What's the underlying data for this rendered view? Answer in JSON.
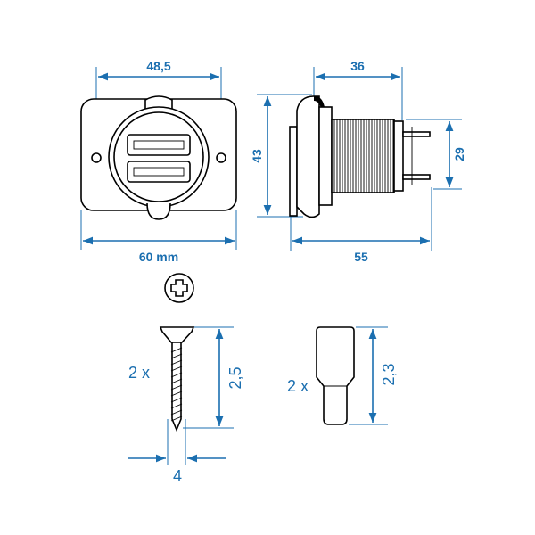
{
  "colors": {
    "dimension": "#1b6fb0",
    "outline": "#000000",
    "background": "#ffffff"
  },
  "front_view": {
    "top_width_label": "48,5",
    "bottom_width_label": "60 mm"
  },
  "side_view": {
    "top_depth_label": "36",
    "height_label": "43",
    "pin_height_label": "29",
    "total_depth_label": "55"
  },
  "screw": {
    "quantity_label": "2 x",
    "length_label": "2,5",
    "diameter_label": "4",
    "head_icon": "phillips-screw-head-icon"
  },
  "terminal": {
    "quantity_label": "2 x",
    "length_label": "2,3"
  }
}
